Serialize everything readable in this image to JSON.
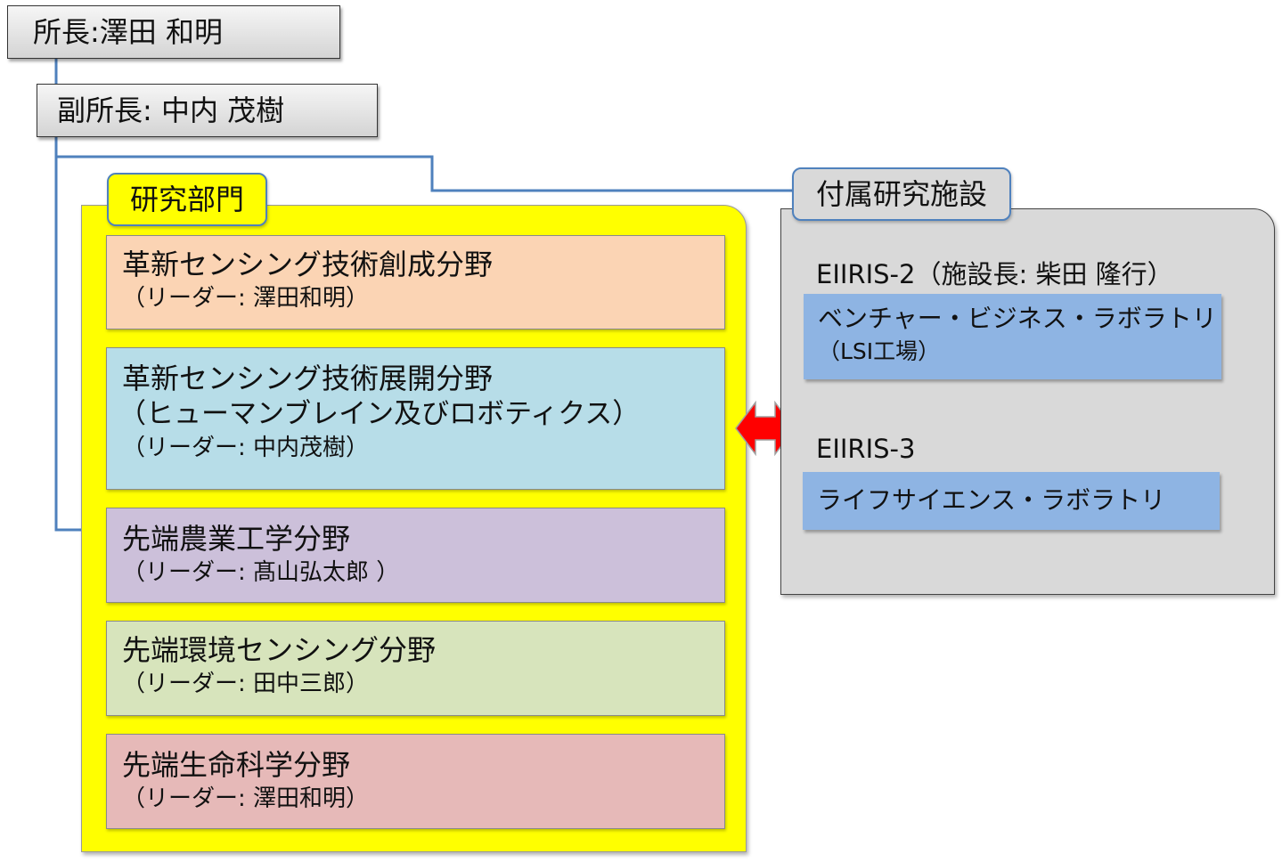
{
  "director": "所長:澤田 和明",
  "vice_director": "副所長: 中内 茂樹",
  "research_division": {
    "label": "研究部門",
    "fields": [
      {
        "name": "革新センシング技術創成分野",
        "subtitle": "",
        "leader": "（リーダー: 澤田和明）",
        "color": "#fbd4b4"
      },
      {
        "name": "革新センシング技術展開分野",
        "subtitle": "（ヒューマンブレイン及びロボティクス）",
        "leader": "（リーダー: 中内茂樹）",
        "color": "#b7dde8"
      },
      {
        "name": "先端農業工学分野",
        "subtitle": "",
        "leader": "（リーダー: 髙山弘太郎 ）",
        "color": "#ccc0da"
      },
      {
        "name": "先端環境センシング分野",
        "subtitle": "",
        "leader": "（リーダー: 田中三郎）",
        "color": "#d7e4bc"
      },
      {
        "name": "先端生命科学分野",
        "subtitle": "",
        "leader": "（リーダー: 澤田和明）",
        "color": "#e6b9b8"
      }
    ]
  },
  "facilities": {
    "label": "付属研究施設",
    "items": [
      {
        "title": "EIIRIS-2（施設長: 柴田 隆行）",
        "name": "ベンチャー・ビジネス・ラボラトリ",
        "sub": "（LSI工場）"
      },
      {
        "title": "EIIRIS-3",
        "name": "ライフサイエンス・ラボラトリ",
        "sub": ""
      }
    ]
  },
  "colors": {
    "connector": "#4f81bd",
    "division_bg": "#ffff00",
    "facilities_bg": "#d9d9d9",
    "arrow": "#ff0000"
  }
}
